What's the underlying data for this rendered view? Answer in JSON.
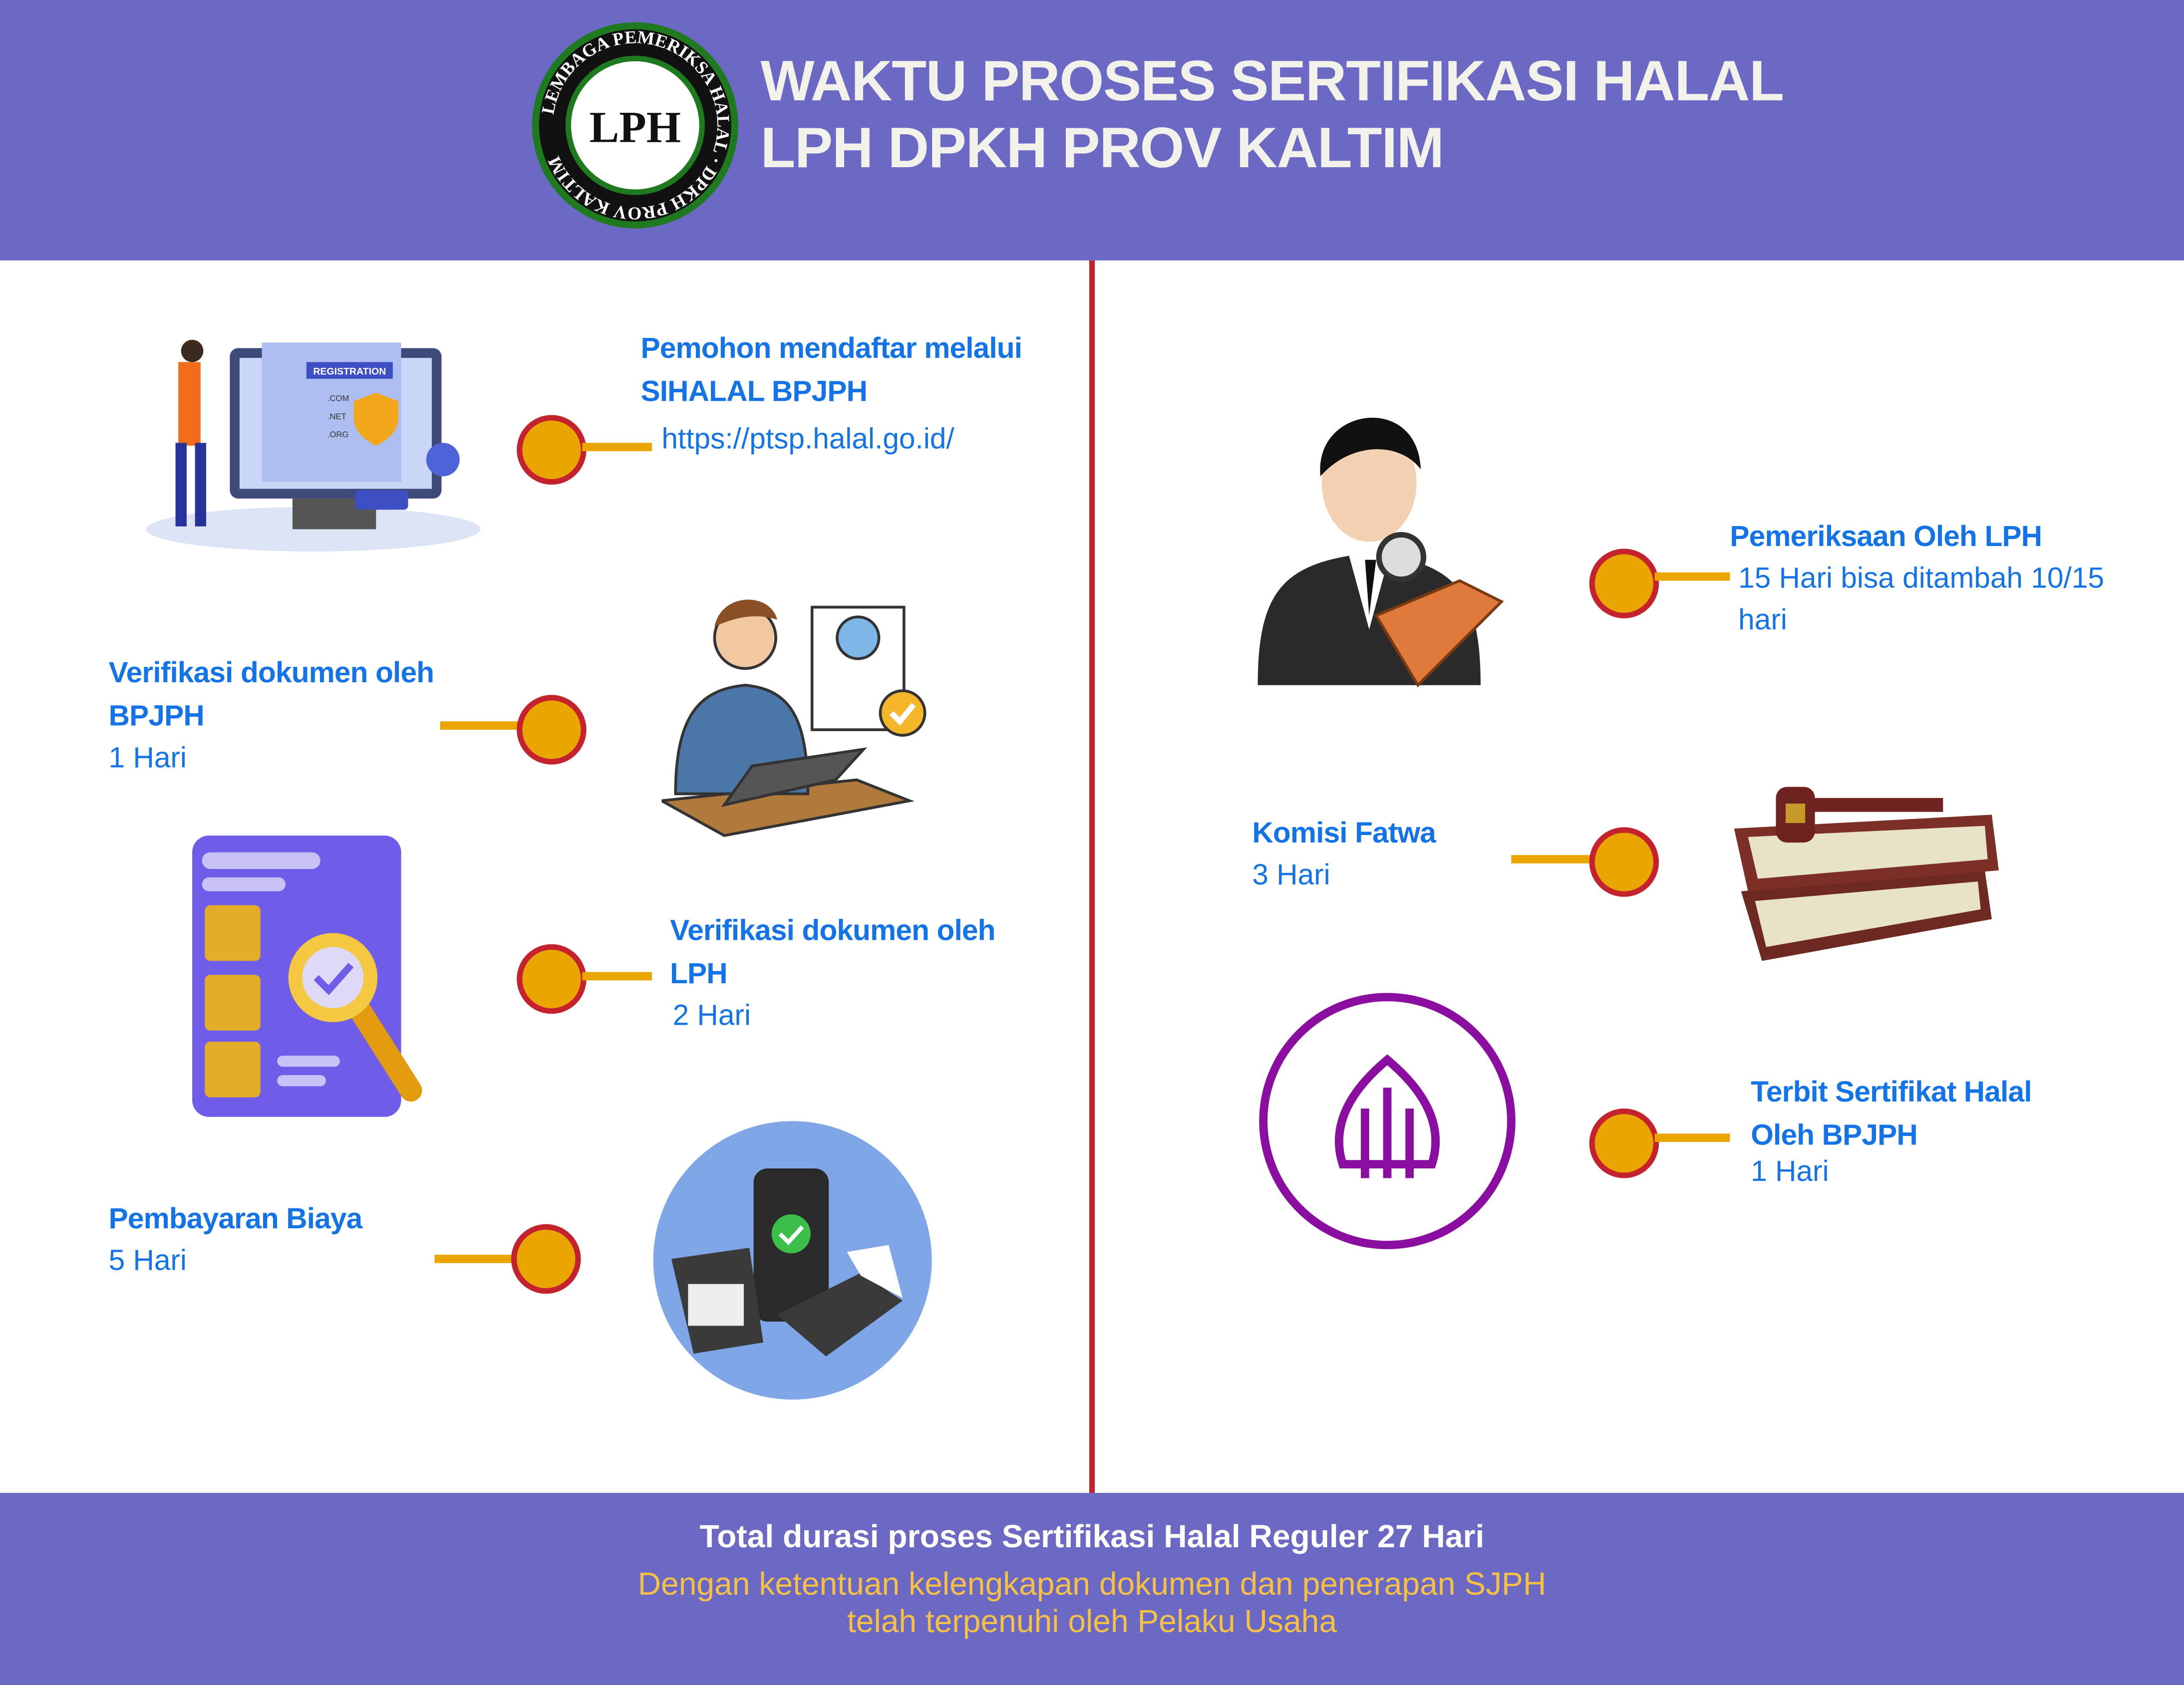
{
  "header": {
    "logo": {
      "center": "LPH",
      "ring_top": "LEMBAGA PEMERIKSA HALAL",
      "ring_bottom": "DPKH PROV KALTIM"
    },
    "title_line1": "WAKTU PROSES SERTIFIKASI HALAL",
    "title_line2": "LPH DPKH PROV KALTIM"
  },
  "illustration_text": {
    "registration": "REGISTRATION",
    "com": ".COM",
    "net": ".NET",
    "org": ".ORG"
  },
  "left_steps": [
    {
      "title": "Pemohon mendaftar melalui SIHALAL BPJPH",
      "detail": "https://ptsp.halal.go.id/"
    },
    {
      "title": "Verifikasi dokumen oleh BPJPH",
      "detail": "1 Hari"
    },
    {
      "title": "Verifikasi dokumen oleh LPH",
      "detail": "2 Hari"
    },
    {
      "title": "Pembayaran Biaya",
      "detail": "5 Hari"
    }
  ],
  "right_steps": [
    {
      "title": "Pemeriksaan Oleh LPH",
      "detail": "15 Hari bisa ditambah 10/15 hari"
    },
    {
      "title": "Komisi Fatwa",
      "detail": "3 Hari"
    },
    {
      "title": "Terbit Sertifikat Halal Oleh BPJPH",
      "detail": "1 Hari"
    }
  ],
  "footer": {
    "total": "Total durasi proses Sertifikasi Halal Reguler 27 Hari",
    "note": "Dengan ketentuan kelengkapan dokumen dan penerapan SJPH telah terpenuhi oleh Pelaku Usaha"
  },
  "colors": {
    "header_bg": "#6b69c4",
    "accent_blue": "#1473e6",
    "dot": "#eaa500",
    "dot_border": "#c4232e",
    "footer_note": "#f5c046"
  }
}
